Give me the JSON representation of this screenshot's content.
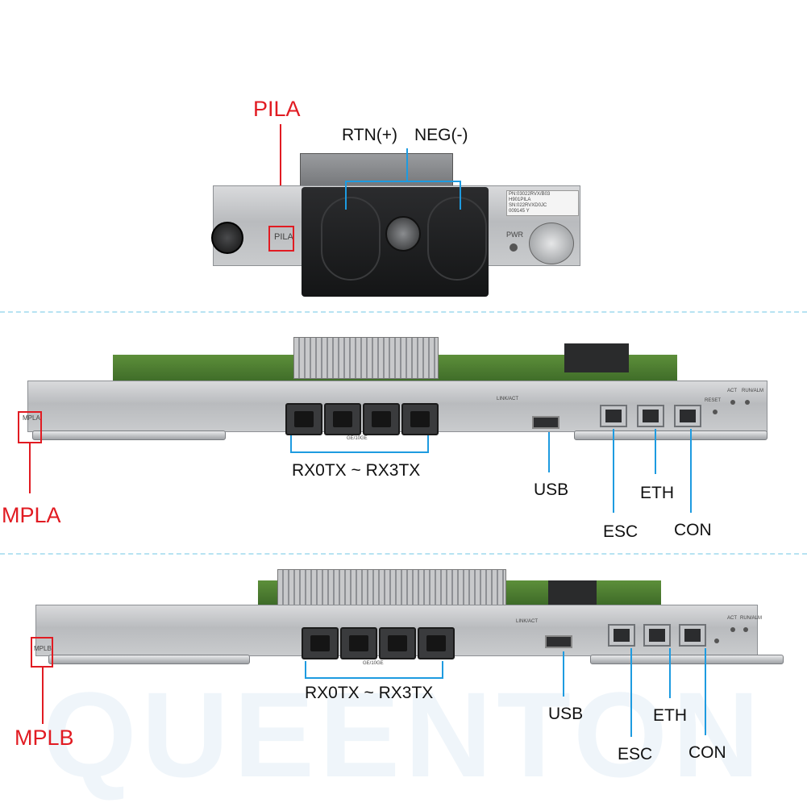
{
  "watermark": "QUEENTON",
  "pila": {
    "name": "PILA",
    "terminal_left": "RTN(+)",
    "terminal_right": "NEG(-)",
    "plate_label": "PILA",
    "pwr_label": "PWR",
    "sticker_lines": [
      "PN:03022RVX/B03",
      "H901PILA",
      "SN:022RVXD0JC",
      "009145     Y"
    ]
  },
  "mpla": {
    "name": "MPLA",
    "sfp_label": "RX0TX ~ RX3TX",
    "usb_label": "USB",
    "esc_label": "ESC",
    "eth_label": "ETH",
    "con_label": "CON",
    "plate_label": "MPLA",
    "port_group_label": "GE/10GE",
    "link_label": "LINK/ACT",
    "reset_label": "RESET",
    "run_label": "RUN/ALM",
    "act_label": "ACT"
  },
  "mplb": {
    "name": "MPLB",
    "sfp_label": "RX0TX ~ RX3TX",
    "usb_label": "USB",
    "esc_label": "ESC",
    "eth_label": "ETH",
    "con_label": "CON",
    "plate_label": "MPLB",
    "port_group_label": "GE/10GE",
    "link_label": "LINK/ACT",
    "run_label": "RUN/ALM",
    "act_label": "ACT"
  },
  "colors": {
    "callout_red": "#e11b22",
    "leader_blue": "#1e9be0",
    "separator": "#b7e3f2"
  }
}
